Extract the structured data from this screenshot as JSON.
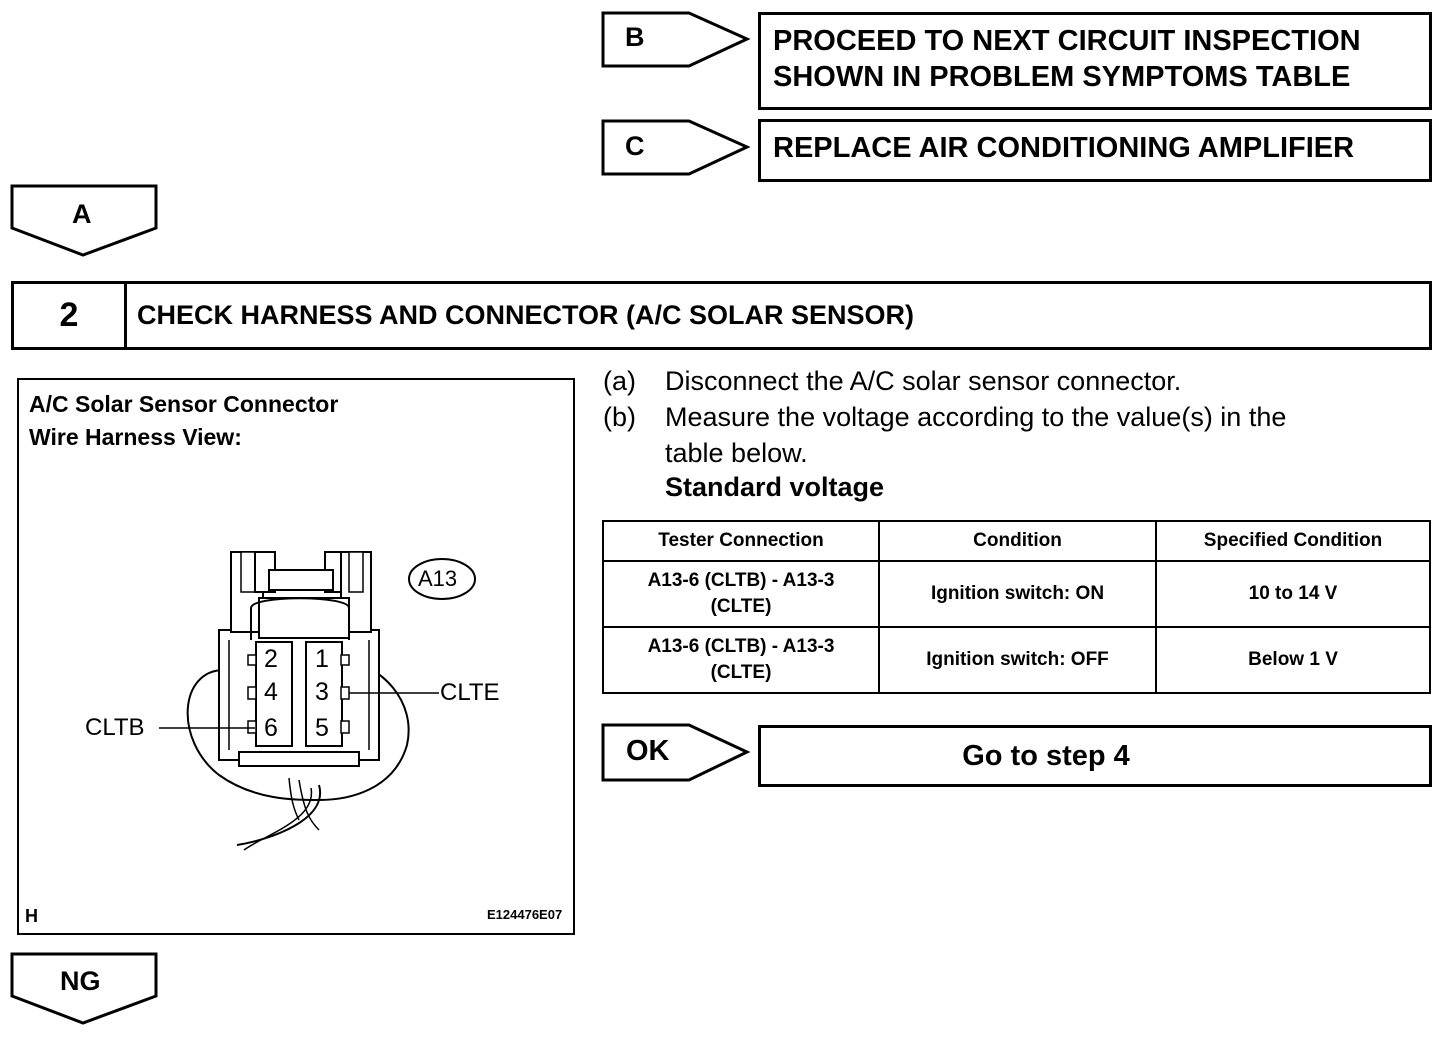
{
  "branch_b": {
    "label": "B",
    "result_line1": "PROCEED TO NEXT CIRCUIT INSPECTION",
    "result_line2": "SHOWN IN PROBLEM SYMPTOMS TABLE"
  },
  "branch_c": {
    "label": "C",
    "result": "REPLACE AIR CONDITIONING AMPLIFIER"
  },
  "branch_a": {
    "label": "A"
  },
  "step": {
    "number": "2",
    "title": "CHECK HARNESS AND CONNECTOR (A/C SOLAR SENSOR)"
  },
  "figure": {
    "title_line1": "A/C Solar Sensor Connector",
    "title_line2": "Wire Harness View:",
    "connector_id": "A13",
    "pins": [
      "2",
      "1",
      "4",
      "3",
      "6",
      "5"
    ],
    "label_right": "CLTE",
    "label_left": "CLTB",
    "corner_letter": "H",
    "image_code": "E124476E07"
  },
  "instructions": [
    {
      "label": "(a)",
      "text": "Disconnect the A/C solar sensor connector."
    },
    {
      "label": "(b)",
      "text_line1": "Measure the voltage according to the value(s) in the",
      "text_line2": "table below."
    }
  ],
  "standard_heading": "Standard voltage",
  "table": {
    "headers": [
      "Tester Connection",
      "Condition",
      "Specified Condition"
    ],
    "rows": [
      {
        "connection_line1": "A13-6 (CLTB) - A13-3",
        "connection_line2": "(CLTE)",
        "condition": "Ignition switch: ON",
        "specified": "10 to 14 V"
      },
      {
        "connection_line1": "A13-6 (CLTB) - A13-3",
        "connection_line2": "(CLTE)",
        "condition": "Ignition switch: OFF",
        "specified": "Below 1 V"
      }
    ]
  },
  "branch_ok": {
    "label": "OK",
    "result": "Go to step 4"
  },
  "branch_ng": {
    "label": "NG"
  }
}
